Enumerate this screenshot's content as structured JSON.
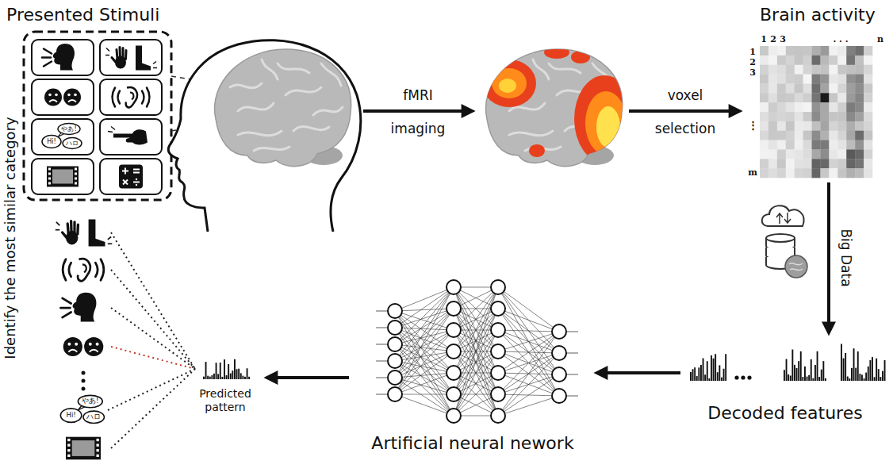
{
  "diagram": {
    "nodes": [
      {
        "text": [
          "Presented Stimuli"
        ]
      },
      {
        "text": [
          "Brain activity"
        ]
      },
      {
        "text": [
          "Decoded features"
        ]
      },
      {
        "text": [
          "Artificial neural nework"
        ]
      },
      {
        "text": [
          "Predicted pattern"
        ]
      }
    ],
    "edges": [
      {
        "from": 1,
        "to": 2,
        "arrow": "to",
        "label": "Big Data"
      },
      {
        "from": 2,
        "to": 3,
        "arrow": "to"
      },
      {
        "from": 3,
        "to": 4,
        "arrow": "to"
      }
    ],
    "labels": [
      "やあ!",
      "Hi!",
      "ハロ",
      "fMRI",
      "imaging",
      "voxel",
      "selection",
      "1",
      "2",
      "3",
      ". . .",
      "n",
      "1",
      "2",
      "3",
      "⋮",
      "m",
      "Identify the most similar category",
      "やあ!",
      "Hi!",
      "ハロ"
    ]
  }
}
